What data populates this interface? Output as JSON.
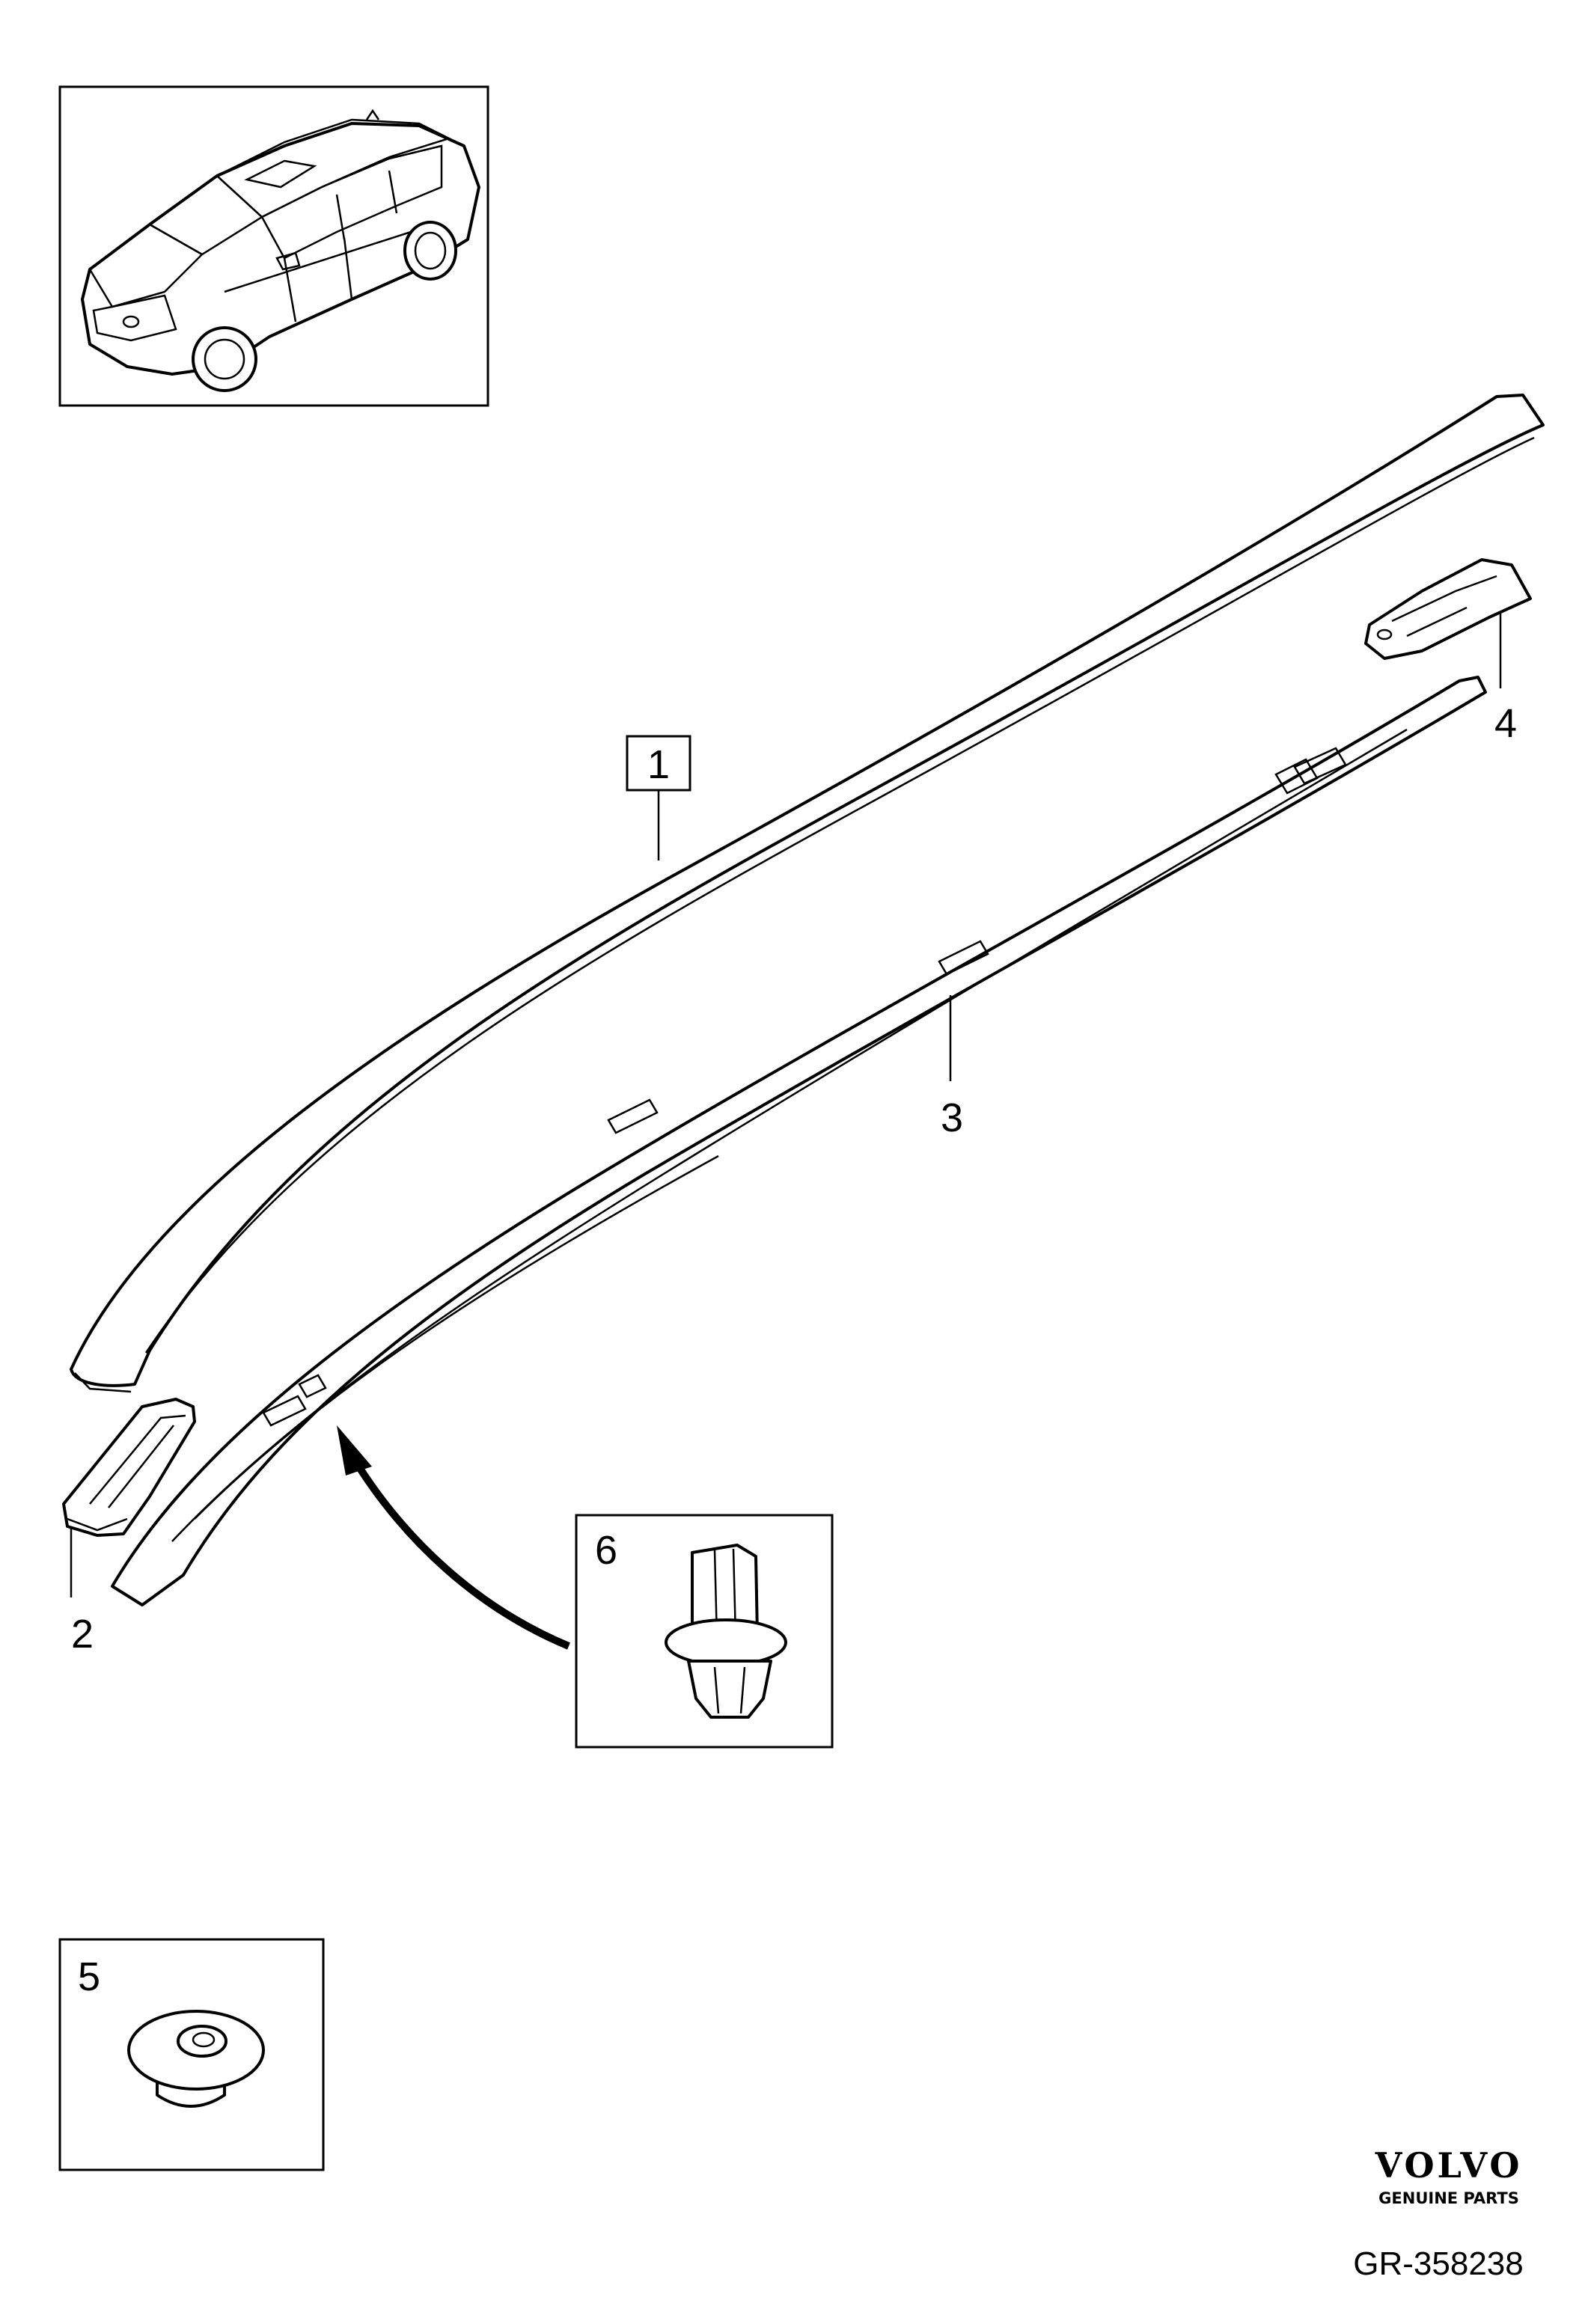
{
  "callouts": {
    "part_1": "1",
    "part_2": "2",
    "part_3": "3",
    "part_4": "4",
    "part_5": "5",
    "part_6": "6"
  },
  "branding": {
    "brand_name": "VOLVO",
    "tagline": "GENUINE PARTS"
  },
  "reference": {
    "diagram_number": "GR-358238"
  },
  "colors": {
    "line": "#000000",
    "background": "#ffffff"
  }
}
